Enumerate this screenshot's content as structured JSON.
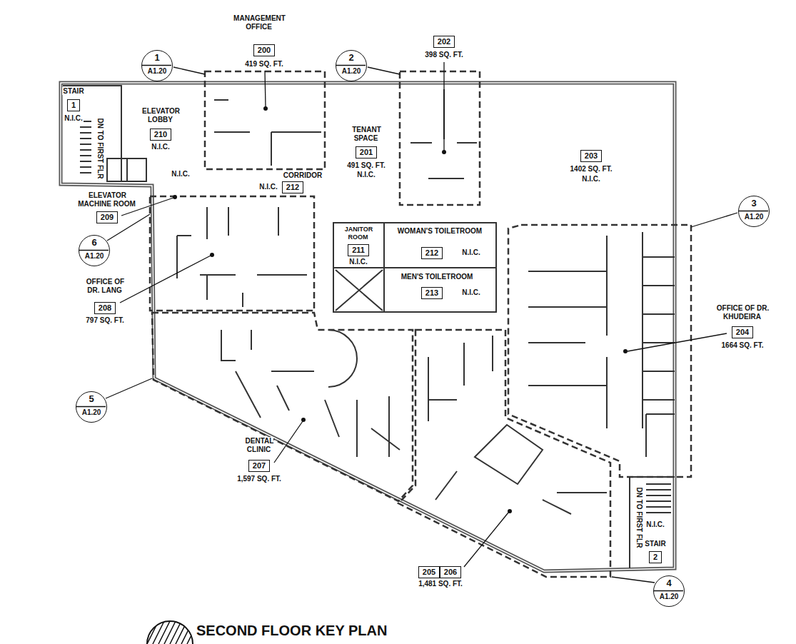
{
  "diagram": {
    "title": "SECOND FLOOR KEY PLAN",
    "nodes": [
      {
        "text": [
          "202"
        ]
      },
      {
        "text": [
          "200"
        ]
      },
      {
        "text": [
          "1",
          "A1.20"
        ]
      },
      {
        "text": [
          "2",
          "A1.20"
        ]
      },
      {
        "text": [
          "1"
        ]
      },
      {
        "text": [
          "210"
        ]
      },
      {
        "text": [
          "201"
        ]
      },
      {
        "text": [
          "203"
        ]
      },
      {
        "text": [
          "212"
        ]
      },
      {
        "text": [
          "3",
          "A1.20"
        ]
      },
      {
        "text": [
          "209"
        ]
      },
      {
        "text": [
          "211"
        ]
      },
      {
        "text": [
          "6",
          "A1.20"
        ]
      },
      {
        "text": [
          "212"
        ]
      },
      {
        "text": [
          "213"
        ]
      },
      {
        "text": [
          "208"
        ]
      },
      {
        "text": [
          "204"
        ]
      },
      {
        "text": [
          "5",
          "A1.20"
        ]
      },
      {
        "text": [
          "207"
        ]
      },
      {
        "text": [
          "2"
        ]
      },
      {
        "text": [
          "205"
        ]
      },
      {
        "text": [
          "206"
        ]
      },
      {
        "text": [
          "4",
          "A1.20"
        ]
      }
    ],
    "labels": [
      "MANAGEMENT OFFICE",
      "419 SQ. FT.",
      "398 SQ. FT.",
      "STAIR",
      "N.I.C.",
      "DN TO FIRST FLR",
      "ELEVATOR LOBBY",
      "N.I.C.",
      "TENANT SPACE",
      "491 SQ. FT.",
      "N.I.C.",
      "1402 SQ. FT.",
      "N.I.C.",
      "N.I.C.",
      "CORRIDOR",
      "N.I.C.",
      "ELEVATOR MACHINE ROOM",
      "JANITOR ROOM",
      "N.I.C.",
      "WOMAN'S TOILETROOM",
      "N.I.C.",
      "MEN'S TOILETROOM",
      "N.I.C.",
      "OFFICE OF DR. LANG",
      "797 SQ. FT.",
      "OFFICE OF DR. KHUDEIRA",
      "1664 SQ. FT.",
      "DENTAL CLINIC",
      "1,597 SQ. FT.",
      "1,481 SQ. FT.",
      "N.I.C.",
      "STAIR",
      "DN TO FIRST FLR"
    ]
  }
}
